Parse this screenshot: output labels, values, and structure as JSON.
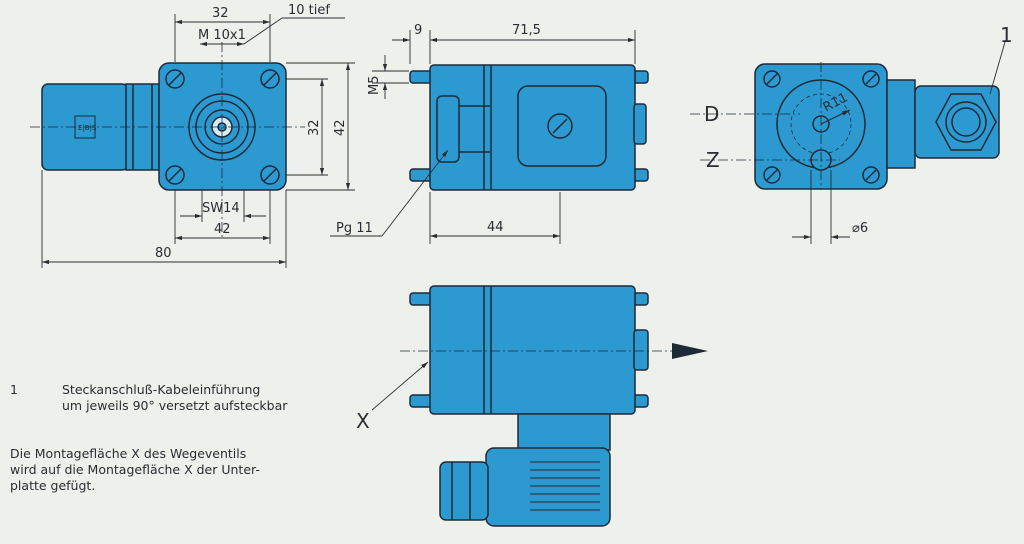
{
  "labels": {
    "dim_32_top": "32",
    "thread": "M 10x1",
    "depth": "10 tief",
    "dim_32_right": "32",
    "dim_42_right": "42",
    "sw": "SW14",
    "dim_42_bottom": "42",
    "dim_80": "80",
    "dim_9": "9",
    "dim_71_5": "71,5",
    "m5": "M5",
    "pg": "Pg 11",
    "dim_44": "44",
    "callout_1": "1",
    "d": "D",
    "z": "Z",
    "r11": "R11",
    "dia6": "⌀6",
    "x": "X",
    "label_plate": "E|B|S"
  },
  "notes": {
    "item_number": "1",
    "item_line1": "Steckanschluß-Kabeleinführung",
    "item_line2": "um jeweils 90° versetzt aufsteckbar",
    "para_line1": "Die Montagefläche X des Wegeventils",
    "para_line2": "wird auf die Montagefläche X der Unter-",
    "para_line3": "platte gefügt."
  },
  "colors": {
    "body": "#2c9ad1",
    "outline": "#1d2a38",
    "paper": "#eef0ec"
  }
}
